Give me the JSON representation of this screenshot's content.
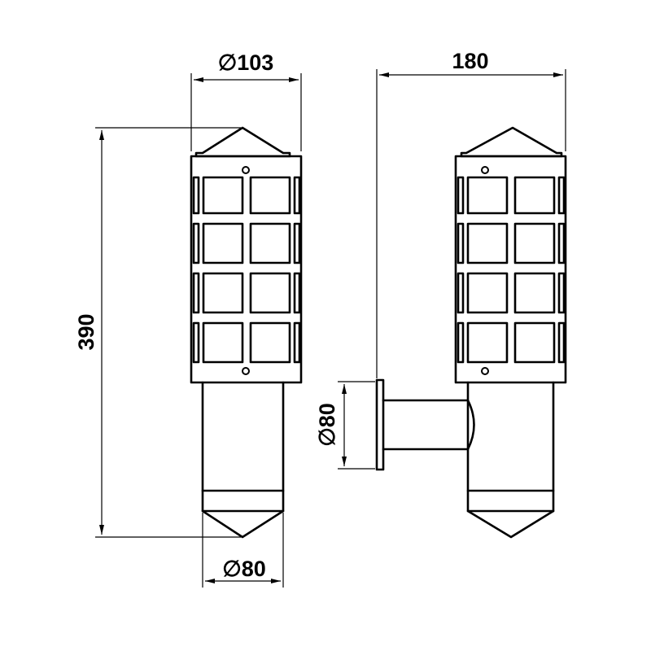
{
  "dimensions": {
    "top_diameter": {
      "symbol": "∅",
      "value": "103"
    },
    "height": {
      "value": "390"
    },
    "bottom_diameter": {
      "symbol": "∅",
      "value": "80"
    },
    "projection": {
      "value": "180"
    },
    "mount_diameter": {
      "symbol": "∅",
      "value": "80"
    }
  }
}
